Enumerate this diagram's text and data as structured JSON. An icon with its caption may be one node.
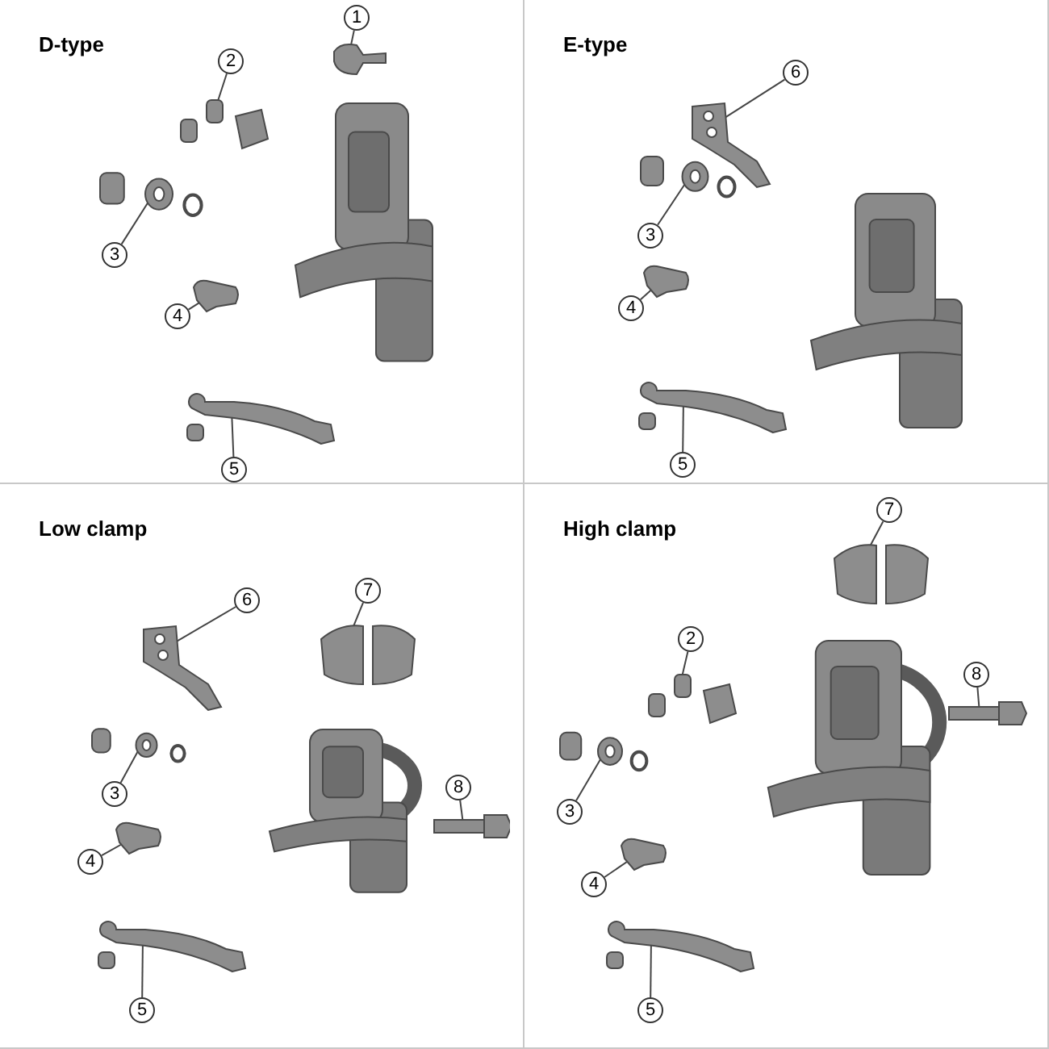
{
  "diagram": {
    "nodes": [
      {
        "text": [
          "D-type"
        ]
      },
      {
        "text": [
          "1"
        ],
        "in": 0
      },
      {
        "text": [],
        "shape": "picture",
        "in": 0
      },
      {
        "text": [
          "2"
        ],
        "in": 0
      },
      {
        "text": [],
        "shape": "picture",
        "in": 0
      },
      {
        "text": [
          "3"
        ],
        "in": 0
      },
      {
        "text": [],
        "shape": "picture",
        "in": 0
      },
      {
        "text": [
          "4"
        ],
        "in": 0
      },
      {
        "text": [],
        "shape": "picture",
        "in": 0
      },
      {
        "text": [
          "5"
        ],
        "in": 0
      },
      {
        "text": [],
        "shape": "picture",
        "in": 0
      },
      {
        "text": [
          "E-type"
        ]
      },
      {
        "text": [
          "6"
        ],
        "in": 11
      },
      {
        "text": [],
        "shape": "picture",
        "in": 11
      },
      {
        "text": [
          "3"
        ],
        "in": 11
      },
      {
        "text": [],
        "shape": "picture",
        "in": 11
      },
      {
        "text": [
          "4"
        ],
        "in": 11
      },
      {
        "text": [],
        "shape": "picture",
        "in": 11
      },
      {
        "text": [
          "5"
        ],
        "in": 11
      },
      {
        "text": [],
        "shape": "picture",
        "in": 11
      },
      {
        "text": [
          "Low clamp"
        ]
      },
      {
        "text": [
          "6"
        ],
        "in": 20
      },
      {
        "text": [],
        "shape": "picture",
        "in": 20
      },
      {
        "text": [
          "3"
        ],
        "in": 20
      },
      {
        "text": [],
        "shape": "picture",
        "in": 20
      },
      {
        "text": [
          "7"
        ],
        "in": 20
      },
      {
        "text": [],
        "shape": "picture",
        "in": 20
      },
      {
        "text": [
          "8"
        ],
        "in": 20
      },
      {
        "text": [],
        "shape": "picture",
        "in": 20
      },
      {
        "text": [
          "4"
        ],
        "in": 20
      },
      {
        "text": [],
        "shape": "picture",
        "in": 20
      },
      {
        "text": [
          "5"
        ],
        "in": 20
      },
      {
        "text": [],
        "shape": "picture",
        "in": 20
      },
      {
        "text": [
          "High clamp"
        ]
      },
      {
        "text": [
          "7"
        ],
        "in": 33
      },
      {
        "text": [],
        "shape": "picture",
        "in": 33
      },
      {
        "text": [
          "2"
        ],
        "in": 33
      },
      {
        "text": [],
        "shape": "picture",
        "in": 33
      },
      {
        "text": [
          "8"
        ],
        "in": 33
      },
      {
        "text": [],
        "shape": "picture",
        "in": 33
      },
      {
        "text": [
          "3"
        ],
        "in": 33
      },
      {
        "text": [],
        "shape": "picture",
        "in": 33
      },
      {
        "text": [
          "4"
        ],
        "in": 33
      },
      {
        "text": [],
        "shape": "picture",
        "in": 33
      },
      {
        "text": [
          "5"
        ],
        "in": 33
      },
      {
        "text": [],
        "shape": "picture",
        "in": 33
      }
    ],
    "edges": [
      {
        "from": 1,
        "to": 2,
        "arrow": "none"
      },
      {
        "from": 3,
        "to": 4,
        "arrow": "none"
      },
      {
        "from": 5,
        "to": 6,
        "arrow": "none"
      },
      {
        "from": 7,
        "to": 8,
        "arrow": "none"
      },
      {
        "from": 9,
        "to": 10,
        "arrow": "none"
      },
      {
        "from": 12,
        "to": 13,
        "arrow": "none"
      },
      {
        "from": 14,
        "to": 15,
        "arrow": "none"
      },
      {
        "from": 16,
        "to": 17,
        "arrow": "none"
      },
      {
        "from": 18,
        "to": 19,
        "arrow": "none"
      },
      {
        "from": 21,
        "to": 22,
        "arrow": "none"
      },
      {
        "from": 23,
        "to": 24,
        "arrow": "none"
      },
      {
        "from": 25,
        "to": 26,
        "arrow": "none"
      },
      {
        "from": 27,
        "to": 28,
        "arrow": "none"
      },
      {
        "from": 29,
        "to": 30,
        "arrow": "none"
      },
      {
        "from": 31,
        "to": 32,
        "arrow": "none"
      },
      {
        "from": 34,
        "to": 35,
        "arrow": "none"
      },
      {
        "from": 36,
        "to": 37,
        "arrow": "none"
      },
      {
        "from": 38,
        "to": 39,
        "arrow": "none"
      },
      {
        "from": 40,
        "to": 41,
        "arrow": "none"
      },
      {
        "from": 42,
        "to": 43,
        "arrow": "none"
      },
      {
        "from": 44,
        "to": 45,
        "arrow": "none"
      }
    ]
  }
}
